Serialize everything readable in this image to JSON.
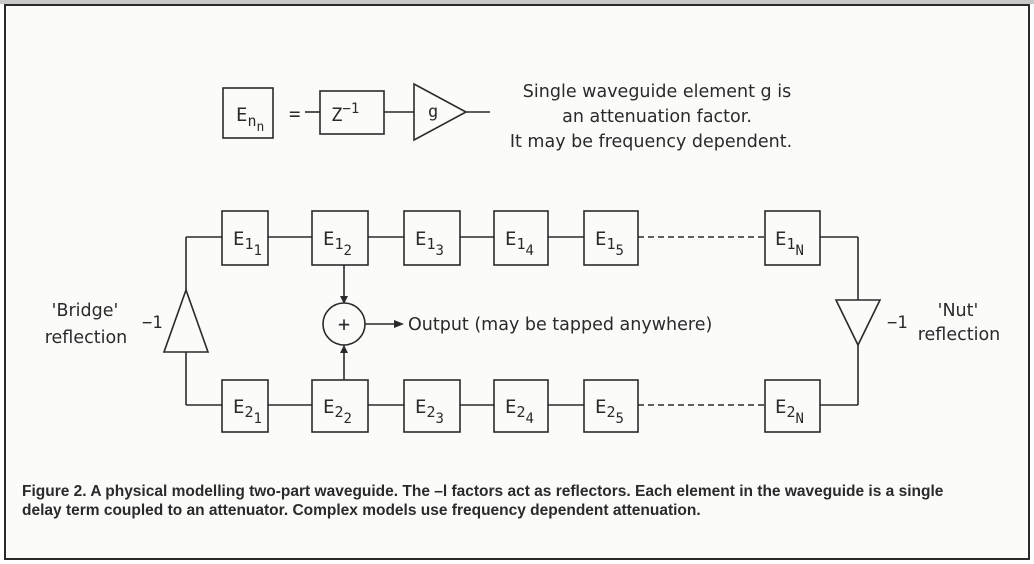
{
  "legend": {
    "element_base": "E",
    "element_sub": "n",
    "element_subsub": "n",
    "equals": "=",
    "delay_base": "Z",
    "delay_exp": "−1",
    "gain": "g",
    "description": [
      "Single waveguide element g is",
      "an attenuation factor.",
      "It may be frequency dependent."
    ]
  },
  "top_row": {
    "elements": [
      {
        "base": "E",
        "sub": "1",
        "subsub": "1"
      },
      {
        "base": "E",
        "sub": "1",
        "subsub": "2"
      },
      {
        "base": "E",
        "sub": "1",
        "subsub": "3"
      },
      {
        "base": "E",
        "sub": "1",
        "subsub": "4"
      },
      {
        "base": "E",
        "sub": "1",
        "subsub": "5"
      },
      {
        "base": "E",
        "sub": "1",
        "subsub": "N"
      }
    ]
  },
  "bottom_row": {
    "elements": [
      {
        "base": "E",
        "sub": "2",
        "subsub": "1"
      },
      {
        "base": "E",
        "sub": "2",
        "subsub": "2"
      },
      {
        "base": "E",
        "sub": "2",
        "subsub": "3"
      },
      {
        "base": "E",
        "sub": "2",
        "subsub": "4"
      },
      {
        "base": "E",
        "sub": "2",
        "subsub": "5"
      },
      {
        "base": "E",
        "sub": "2",
        "subsub": "N"
      }
    ]
  },
  "bridge": {
    "label_line1": "'Bridge'",
    "label_line2": "reflection",
    "factor": "−1"
  },
  "nut": {
    "label_line1": "'Nut'",
    "label_line2": "reflection",
    "factor": "−1"
  },
  "summer": {
    "symbol": "+",
    "output_label": "Output (may be tapped anywhere)"
  },
  "caption": "Figure 2. A physical modelling two-part waveguide. The –l factors act as reflectors. Each element in the waveguide is a single delay term coupled to an attenuator. Complex models use frequency dependent attenuation."
}
